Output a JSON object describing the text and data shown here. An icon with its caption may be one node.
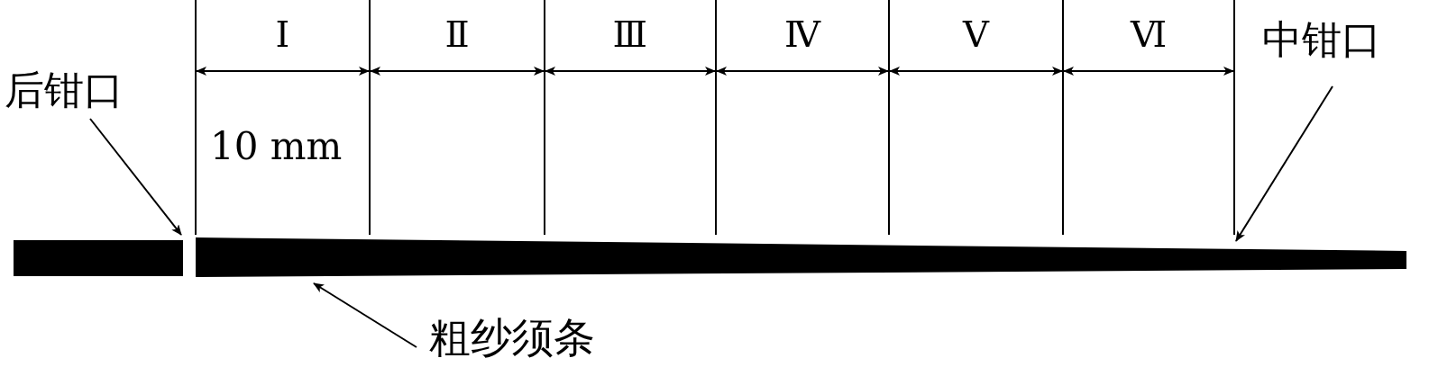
{
  "diagram": {
    "nodes": [
      {
        "text": [
          "后钳口"
        ]
      },
      {
        "text": [
          "中钳口"
        ]
      },
      {
        "text": [
          "粗纱须条"
        ]
      },
      {
        "text": [],
        "shape": "bar"
      },
      {
        "text": [],
        "shape": "bar"
      }
    ],
    "edges": [
      {
        "from": 0,
        "to": 3,
        "arrow": "to"
      },
      {
        "from": 1,
        "to": 4,
        "arrow": "to"
      },
      {
        "from": 2,
        "to": 4,
        "arrow": "to"
      }
    ],
    "labels": [
      "Ⅰ",
      "Ⅱ",
      "Ⅲ",
      "Ⅳ",
      "Ⅴ",
      "Ⅵ",
      "10 mm"
    ]
  }
}
